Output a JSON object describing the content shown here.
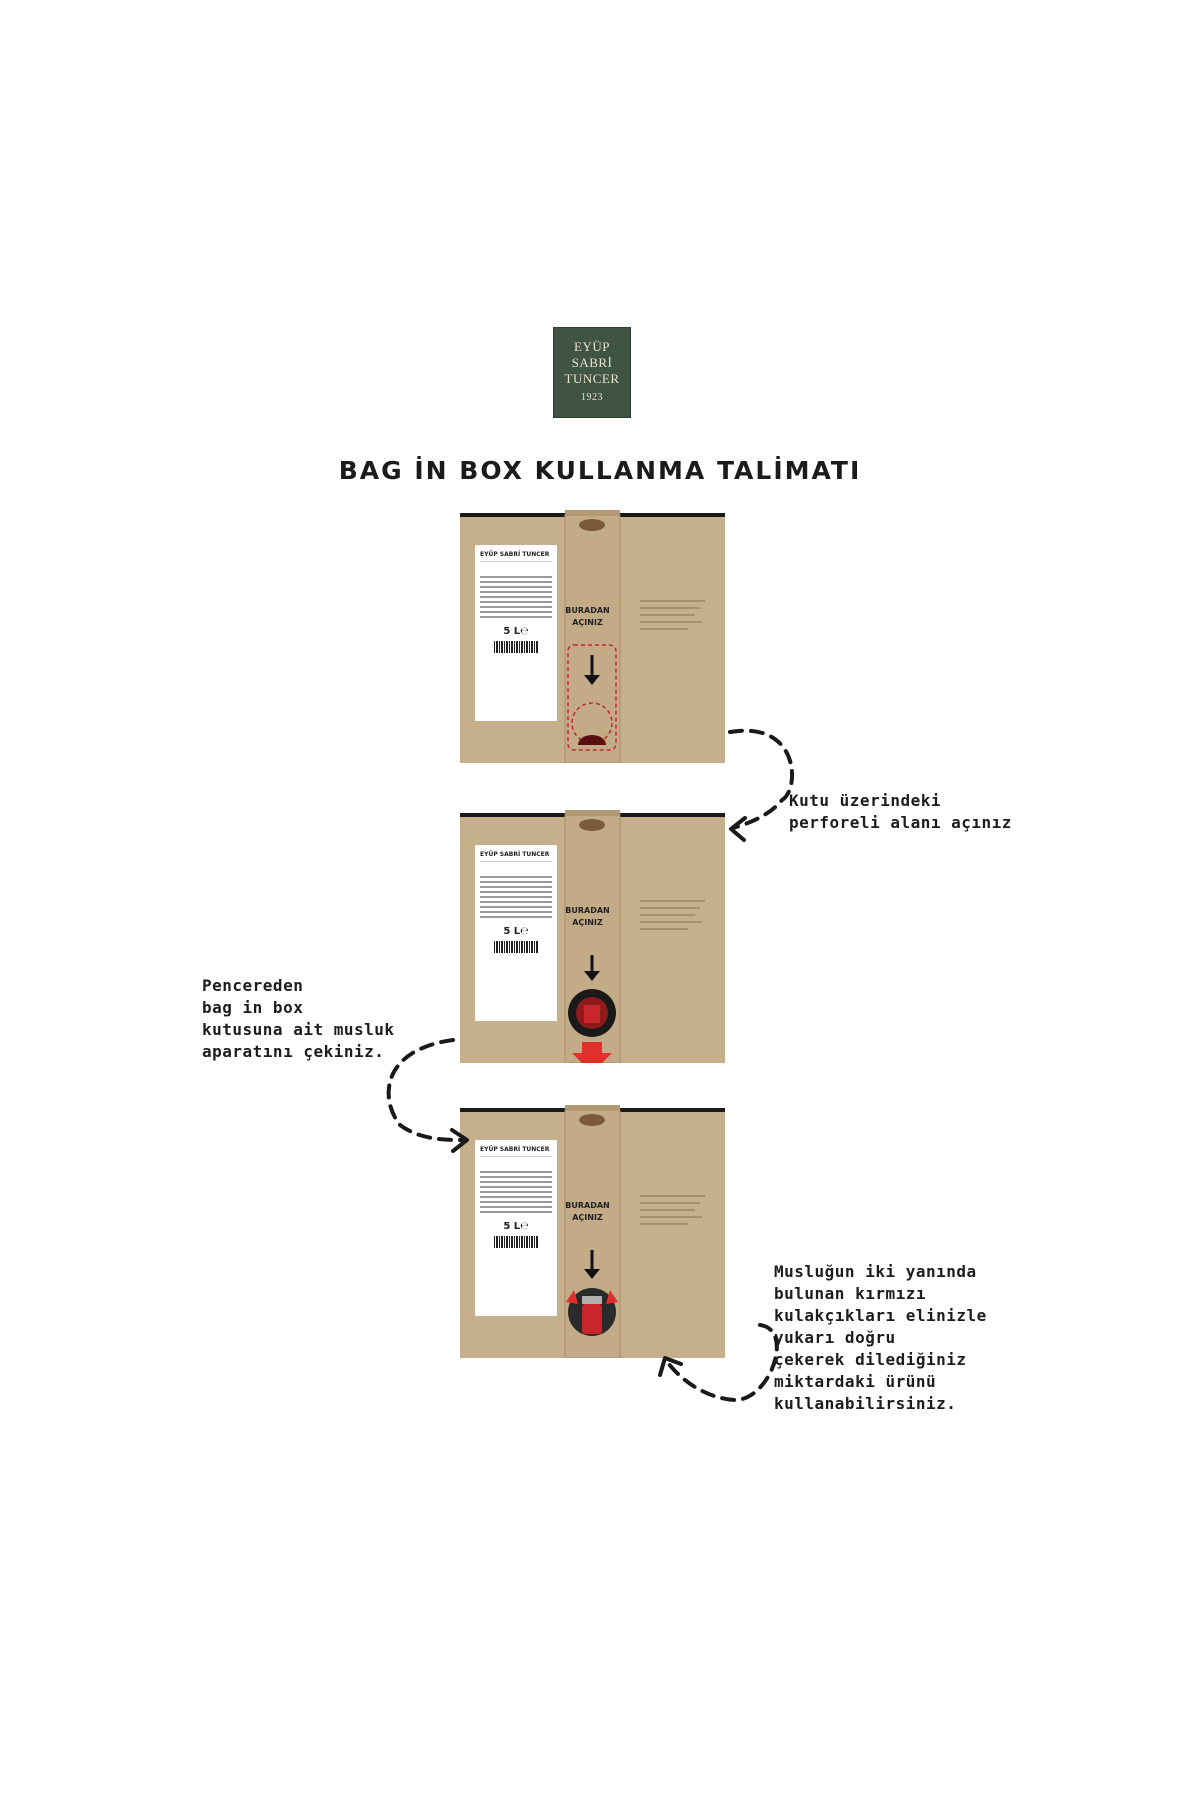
{
  "logo": {
    "line1": "EYÜP",
    "line2": "SABRİ",
    "line3": "TUNCER",
    "year": "1923"
  },
  "title": "BAG İN BOX KULLANMA TALİMATI",
  "box_labels": {
    "brand": "EYÜP SABRİ TUNCER",
    "volume": "5 L℮"
  },
  "box_open_text": {
    "line1": "BURADAN",
    "line2": "AÇINIZ"
  },
  "steps": [
    {
      "text": "Kutu üzerindeki\nperforeli alanı açınız"
    },
    {
      "text": "Pencereden\nbag in box\nkutusuna ait musluk\naparatını çekiniz."
    },
    {
      "text": "Musluğun iki yanında\nbulunan kırmızı\nkulakçıkları elinizle\nyukarı doğru\nçekerek dilediğiniz\nmiktardaki ürünü\nkullanabilirsiniz."
    }
  ],
  "colors": {
    "cardboard": "#c6b08c",
    "logo_bg": "#3f5443",
    "accent_red": "#c8262b"
  }
}
